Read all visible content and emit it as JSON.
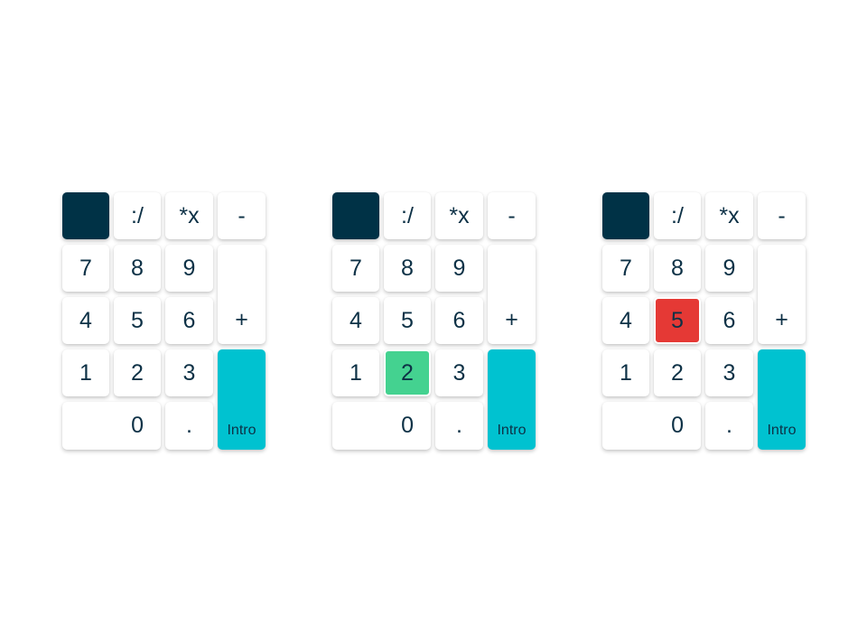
{
  "keys": {
    "divide": ":/",
    "multiply": "*x",
    "minus": "-",
    "seven": "7",
    "eight": "8",
    "nine": "9",
    "plus": "+",
    "four": "4",
    "five": "5",
    "six": "6",
    "one": "1",
    "two": "2",
    "three": "3",
    "zero": "0",
    "decimal": ".",
    "enter": "Intro"
  },
  "colors": {
    "dark_key": "#003246",
    "enter_key": "#00c2d0",
    "correct_key": "#44d290",
    "wrong_key": "#e53935",
    "text": "#0d3146"
  }
}
